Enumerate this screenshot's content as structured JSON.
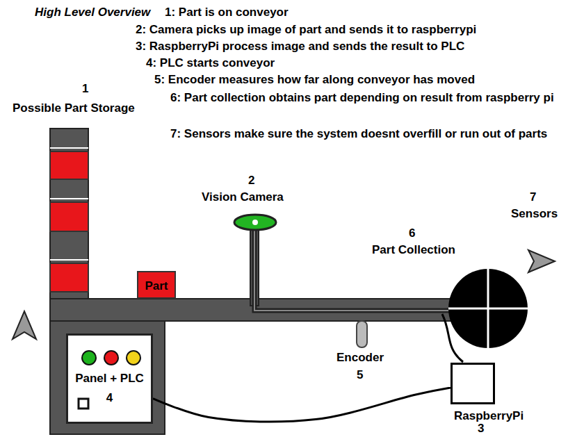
{
  "diagram": {
    "title": "High Level Overview",
    "nodes": [
      {
        "text": [
          "Part"
        ]
      },
      {
        "text": [
          "Panel + PLC",
          "4"
        ]
      },
      {
        "text": [
          "RaspberryPi",
          "3"
        ]
      }
    ],
    "edges": [
      {
        "from": 1,
        "to": 2,
        "arrow": "none"
      }
    ],
    "labels": [
      "1: Part is on conveyor",
      "2: Camera picks up image of part and sends it to raspberrypi",
      "3: RaspberryPi process image and sends the result to PLC",
      "4: PLC starts conveyor",
      "5: Encoder measures how far along conveyor has moved",
      "6: Part collection obtains part depending on result from raspberry pi",
      "7: Sensors make sure the system doesnt overfill or run out of parts",
      "1",
      "Possible Part Storage",
      "2",
      "Vision Camera",
      "6",
      "Part Collection",
      "7",
      "Sensors",
      "Encoder",
      "5"
    ]
  }
}
